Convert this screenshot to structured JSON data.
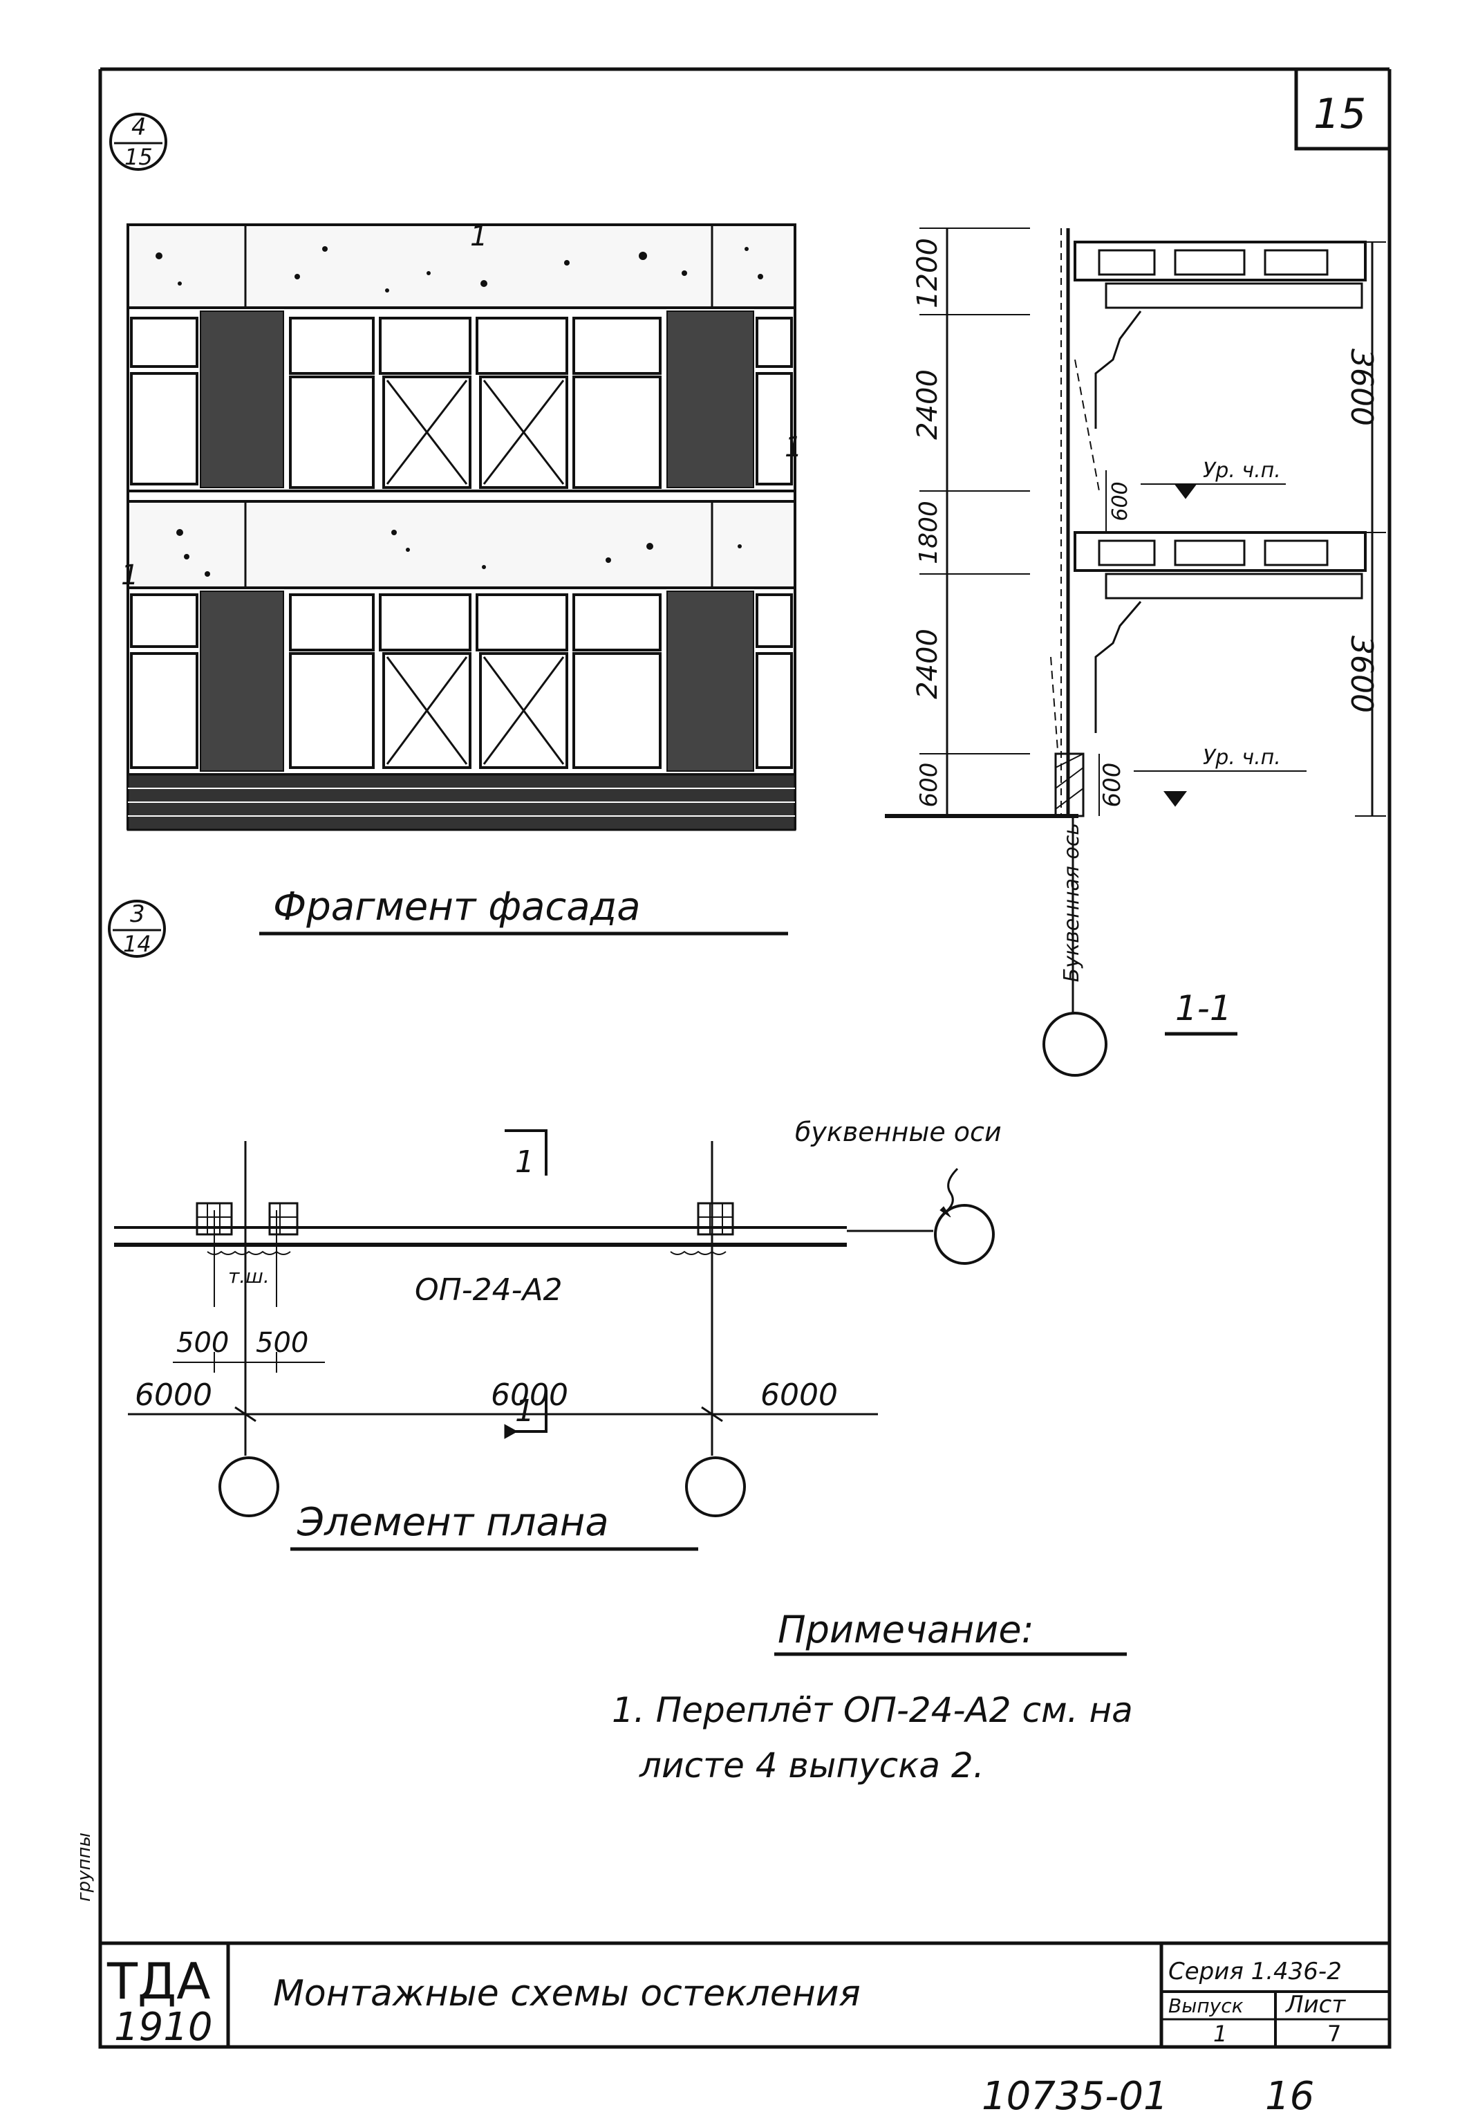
{
  "sheet": {
    "sheet_number": "15",
    "bottom_code": "10735-01",
    "bottom_page": "16"
  },
  "callouts": {
    "top": {
      "num": "4",
      "den": "15"
    },
    "mid": {
      "num": "3",
      "den": "14"
    }
  },
  "facade": {
    "title": "Фрагмент фасада",
    "marks": [
      "1",
      "1",
      "1"
    ]
  },
  "section": {
    "dims_left": [
      "1200",
      "2400",
      "1800",
      "2400",
      "600"
    ],
    "dims_right": [
      "3600",
      "3600"
    ],
    "dims_inner": [
      "600",
      "600"
    ],
    "level_labels": [
      "Ур. ч.п.",
      "Ур. ч.п."
    ],
    "axis_label": "Буквенная ось",
    "title": "1-1"
  },
  "plan": {
    "cut_label_top": "1",
    "cut_label_bottom": "1",
    "letter_axes_label": "буквенные оси",
    "element_label": "ОП-24-А2",
    "seam_label": "т.ш.",
    "small_dims": [
      "500",
      "500"
    ],
    "spans": [
      "6000",
      "6000",
      "6000"
    ],
    "title": "Элемент плана"
  },
  "note": {
    "heading": "Примечание:",
    "line1": "1. Переплёт ОП-24-А2 см. на",
    "line2": "листе 4 выпуска 2."
  },
  "title_block": {
    "org": "ТДА",
    "org_num": "1910",
    "drawing_title": "Монтажные схемы остекления",
    "series": "Серия 1.436-2",
    "issue_label": "Выпуск",
    "sheet_label": "Лист",
    "issue_value": "1",
    "sheet_value": "7"
  },
  "margin_note": "группы"
}
